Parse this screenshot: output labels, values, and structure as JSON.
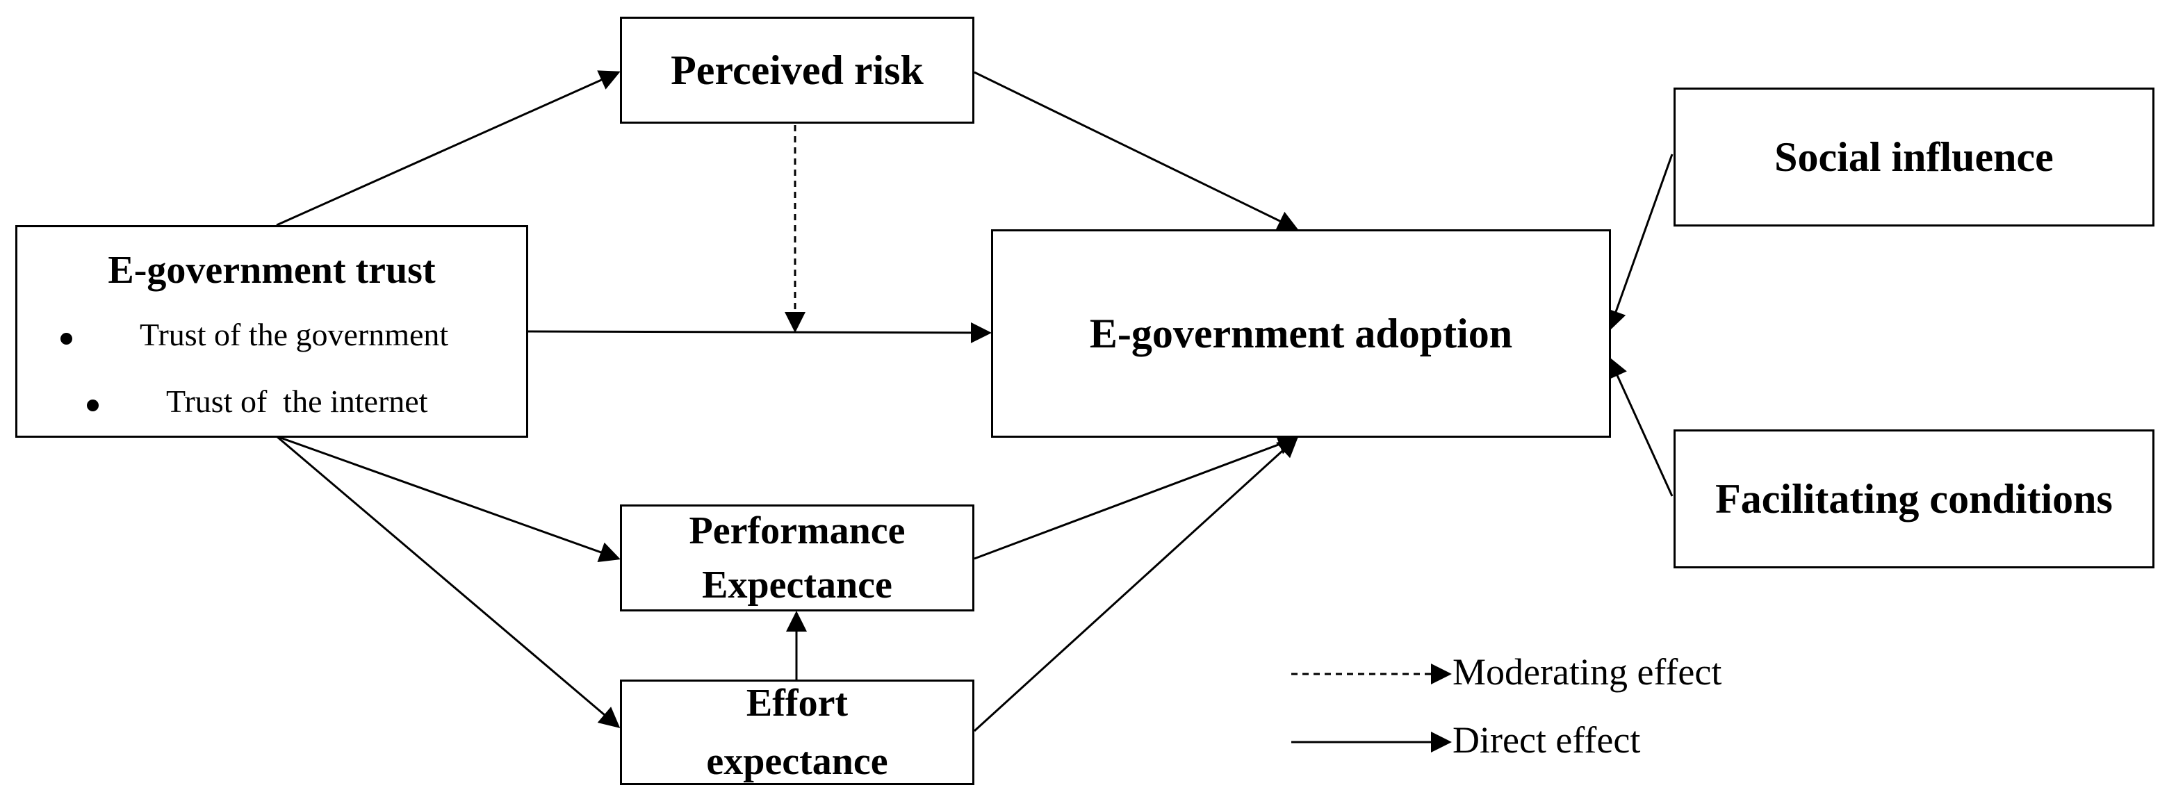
{
  "nodes": {
    "perceived_risk": "Perceived risk",
    "egov_trust": {
      "title": "E-government trust",
      "items": [
        "Trust of the government",
        "Trust of  the internet"
      ]
    },
    "egov_adoption": "E-government adoption",
    "social_influence": "Social influence",
    "facilitating_conditions": "Facilitating conditions",
    "performance_expectance": [
      "Performance",
      "Expectance"
    ],
    "effort_expectance": [
      "Effort",
      "expectance"
    ]
  },
  "legend": {
    "moderating": "Moderating effect",
    "direct": "Direct effect"
  },
  "colors": {
    "line": "#000000",
    "background": "#ffffff"
  }
}
